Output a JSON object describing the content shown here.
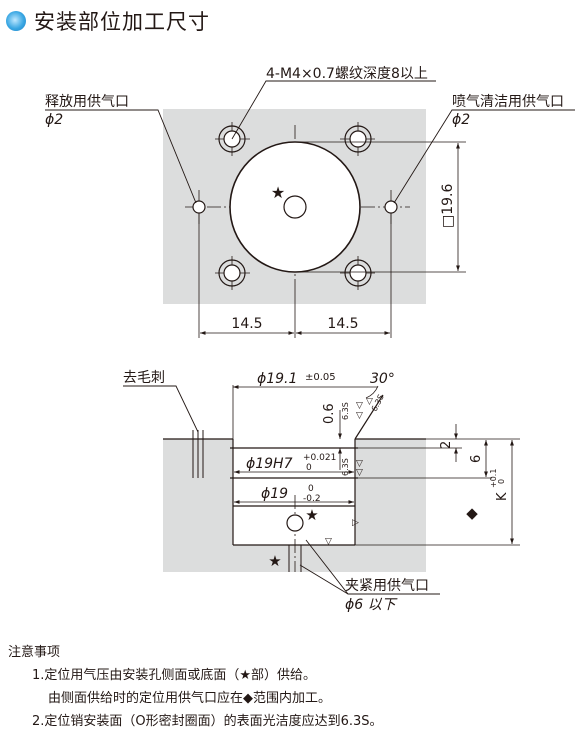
{
  "title": "安装部位加工尺寸",
  "top_view": {
    "thread_label": "4-M4×0.7螺纹深度8以上",
    "left_port_label": "释放用供气口",
    "left_port_dia": "ϕ2",
    "right_port_label": "喷气清洁用供气口",
    "right_port_dia": "ϕ2",
    "square_dim": "□19.6",
    "dim_left": "14.5",
    "dim_right": "14.5",
    "star": "★"
  },
  "section_view": {
    "deburr_label": "去毛刺",
    "bore_dia": "ϕ19.1",
    "bore_tol": "±0.05",
    "chamfer_angle": "30°",
    "depth_06": "0.6",
    "finish_a": "6.3S",
    "finish_b": "6.3S",
    "finish_c": "6.3S",
    "fit_dia": "ϕ19H7",
    "fit_tol_upper": "+0.021",
    "fit_tol_lower": "0",
    "inner_dia": "ϕ19",
    "inner_tol_upper": "0",
    "inner_tol_lower": "-0.2",
    "dim_2": "2",
    "dim_6": "6",
    "dim_k": "K",
    "k_tol_upper": "+0.1",
    "k_tol_lower": "0",
    "clamp_label": "夹紧用供气口",
    "clamp_dia": "ϕ6 以下",
    "star": "★",
    "diamond": "◆"
  },
  "notes": {
    "heading": "注意事项",
    "item1": "1.定位用气压由安装孔侧面或底面（★部）供给。",
    "item1_sub": "由侧面供给时的定位用供气口应在◆范围内加工。",
    "item2": "2.定位销安装面（O形密封圈面）的表面光洁度应达到6.3S。"
  },
  "colors": {
    "bullet": "#2b9ad9",
    "fill_gray": "#dcdddd",
    "line": "#231815"
  }
}
